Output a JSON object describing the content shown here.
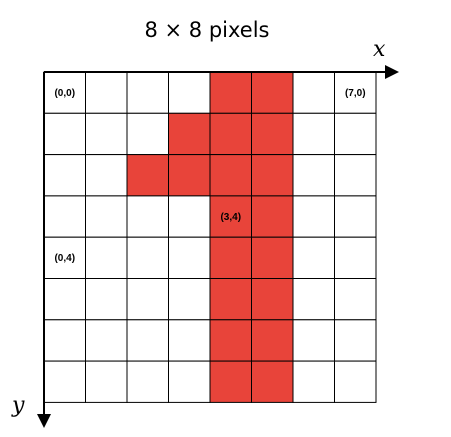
{
  "title": "8 × 8 pixels",
  "axes": {
    "x_label": "x",
    "y_label": "y"
  },
  "grid": {
    "columns": 8,
    "rows": 8,
    "fill_color": "#e8443a",
    "empty_color": "#ffffff",
    "line_color": "#000000",
    "filled_cells": [
      [
        4,
        0
      ],
      [
        5,
        0
      ],
      [
        3,
        1
      ],
      [
        4,
        1
      ],
      [
        5,
        1
      ],
      [
        2,
        2
      ],
      [
        3,
        2
      ],
      [
        4,
        2
      ],
      [
        5,
        2
      ],
      [
        4,
        3
      ],
      [
        5,
        3
      ],
      [
        4,
        4
      ],
      [
        5,
        4
      ],
      [
        4,
        5
      ],
      [
        5,
        5
      ],
      [
        4,
        6
      ],
      [
        5,
        6
      ],
      [
        4,
        7
      ],
      [
        5,
        7
      ]
    ]
  },
  "cell_labels": [
    {
      "text": "(0,0)",
      "col": 0,
      "row": 0
    },
    {
      "text": "(7,0)",
      "col": 7,
      "row": 0
    },
    {
      "text": "(3,4)",
      "col": 4,
      "row": 3
    },
    {
      "text": "(0,4)",
      "col": 0,
      "row": 4
    }
  ]
}
